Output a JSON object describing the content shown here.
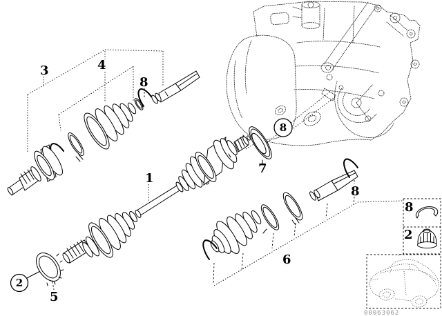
{
  "canvas": {
    "background": "#ffffff",
    "line_color": "#000000",
    "muted_code_color": "#8f8f8f"
  },
  "callouts": {
    "outer_kit": "3",
    "outer_boot": "4",
    "outer_snap_ring": "8",
    "shaft": "1",
    "trans_badge": "8",
    "output_seal": "7",
    "ring_badge": "2",
    "protection_ring": "5",
    "inner_kit": "6",
    "inner_snap_ring": "8",
    "inset_snap_ring": "8",
    "inset_collar_nut": "2"
  },
  "footer": {
    "diagram_code": "00063062"
  }
}
